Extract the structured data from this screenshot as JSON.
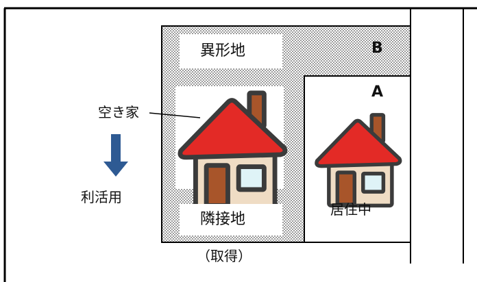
{
  "left_side": {
    "vacant_house_label": "空き家",
    "utilization_label": "利活用"
  },
  "lot_b": {
    "letter": "B",
    "irregular_lot_label": "異形地",
    "adjacent_lot_label": "隣接地",
    "acquisition_label": "（取得）"
  },
  "lot_a": {
    "letter": "A",
    "status_label": "居住中"
  },
  "colors": {
    "roof": "#e32a26",
    "wall": "#efdcc4",
    "door": "#a8552a",
    "window": "#dff3f7",
    "arrow": "#2e5a93",
    "outline": "#3b3b3b"
  }
}
